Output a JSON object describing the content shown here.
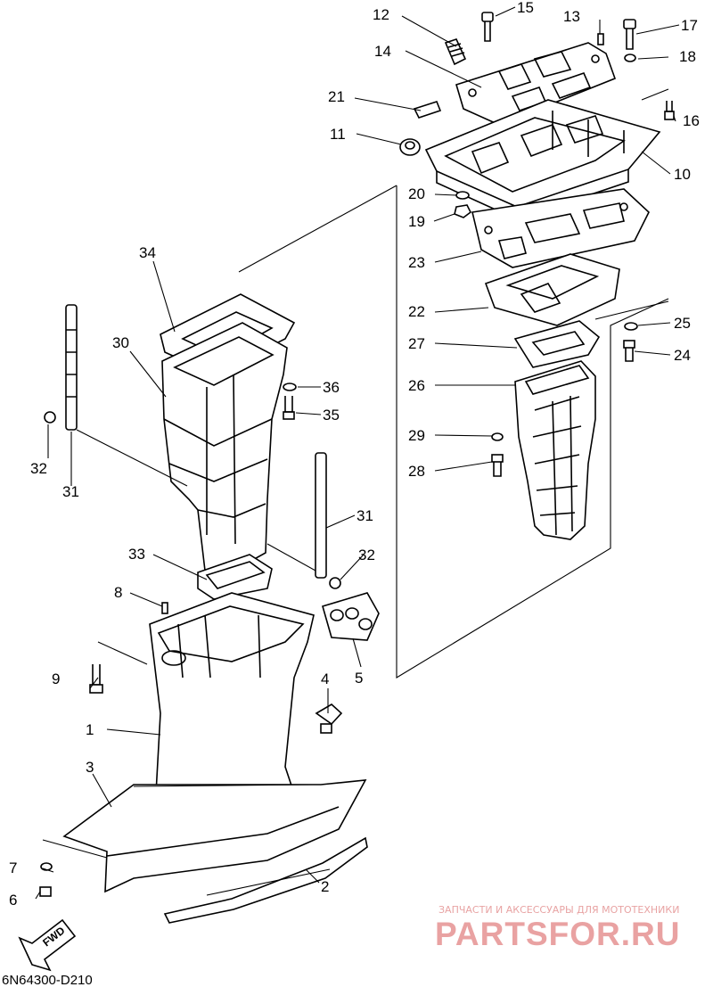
{
  "diagram_code": "6N64300-D210",
  "fwd_label": "FWD",
  "watermark": {
    "tagline": "ЗАПЧАСТИ И АКСЕССУАРЫ ДЛЯ МОТОТЕХНИКИ",
    "brand": "PARTSFOR.RU"
  },
  "callouts": [
    "1",
    "2",
    "3",
    "4",
    "5",
    "6",
    "7",
    "8",
    "9",
    "10",
    "11",
    "12",
    "13",
    "14",
    "15",
    "16",
    "17",
    "18",
    "19",
    "20",
    "21",
    "22",
    "23",
    "24",
    "25",
    "26",
    "27",
    "28",
    "29",
    "30",
    "31",
    "32",
    "33",
    "34",
    "35",
    "36"
  ]
}
